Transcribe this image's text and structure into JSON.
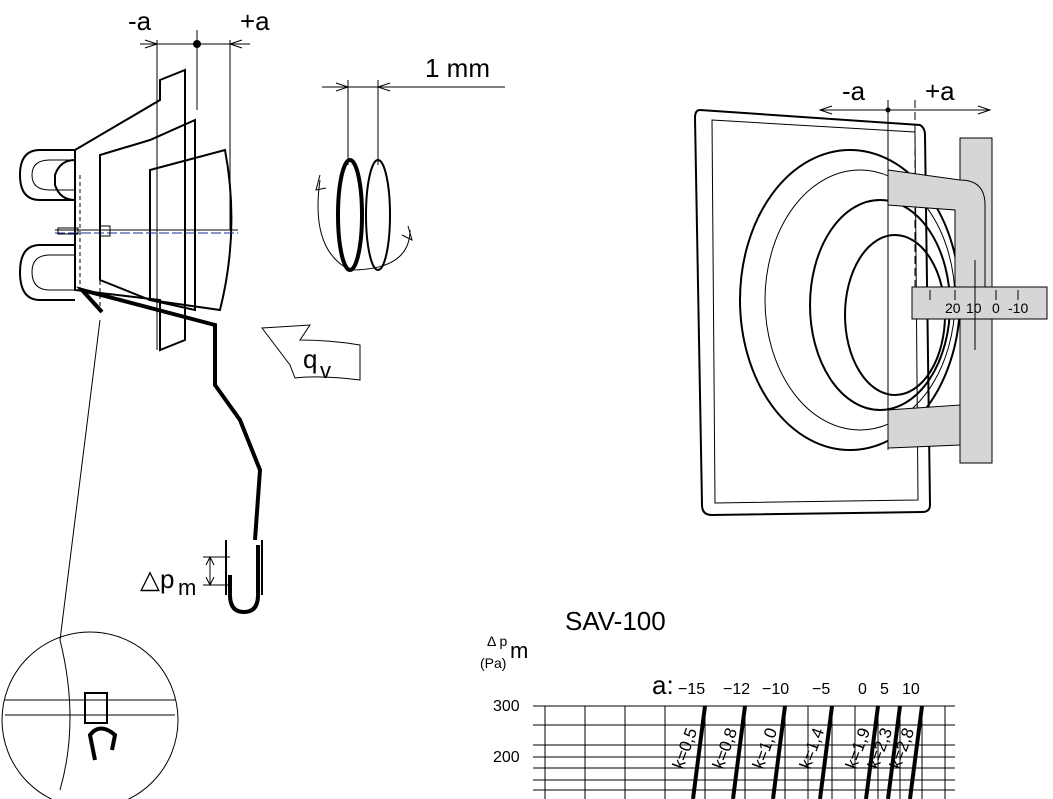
{
  "left_figure": {
    "dim_minus_a": "-a",
    "dim_plus_a": "+a",
    "one_mm": "1 mm",
    "flow_q": "q",
    "flow_q_sub": "v",
    "pressure_delta": "△p",
    "pressure_sub": "m"
  },
  "right_figure": {
    "dim_minus_a": "-a",
    "dim_plus_a": "+a",
    "scale_labels": [
      "20",
      "10",
      "0",
      "-10"
    ]
  },
  "chart": {
    "title": "SAV-100",
    "y_axis_label_top": "Δ p",
    "y_axis_label_sub": "m",
    "y_axis_unit": "(Pa)",
    "a_label": "a:",
    "a_values": [
      "−15",
      "−12",
      "−10",
      "−5",
      "0",
      "5",
      "10"
    ],
    "y_ticks": [
      "300",
      "200"
    ],
    "k_labels": [
      "k=0,5",
      "k=0,8",
      "k=1,0",
      "k=1,4",
      "k=1,9",
      "k=2,3",
      "k=2,8"
    ]
  },
  "chart_data": {
    "type": "line",
    "title": "SAV-100",
    "ylabel": "Δ pm (Pa)",
    "y_ticks": [
      300,
      200
    ],
    "series": [
      {
        "name": "k=0,5",
        "a": -15
      },
      {
        "name": "k=0,8",
        "a": -12
      },
      {
        "name": "k=1,0",
        "a": -10
      },
      {
        "name": "k=1,4",
        "a": -5
      },
      {
        "name": "k=1,9",
        "a": 0
      },
      {
        "name": "k=2,3",
        "a": 5
      },
      {
        "name": "k=2,8",
        "a": 10
      }
    ],
    "grid": true
  }
}
